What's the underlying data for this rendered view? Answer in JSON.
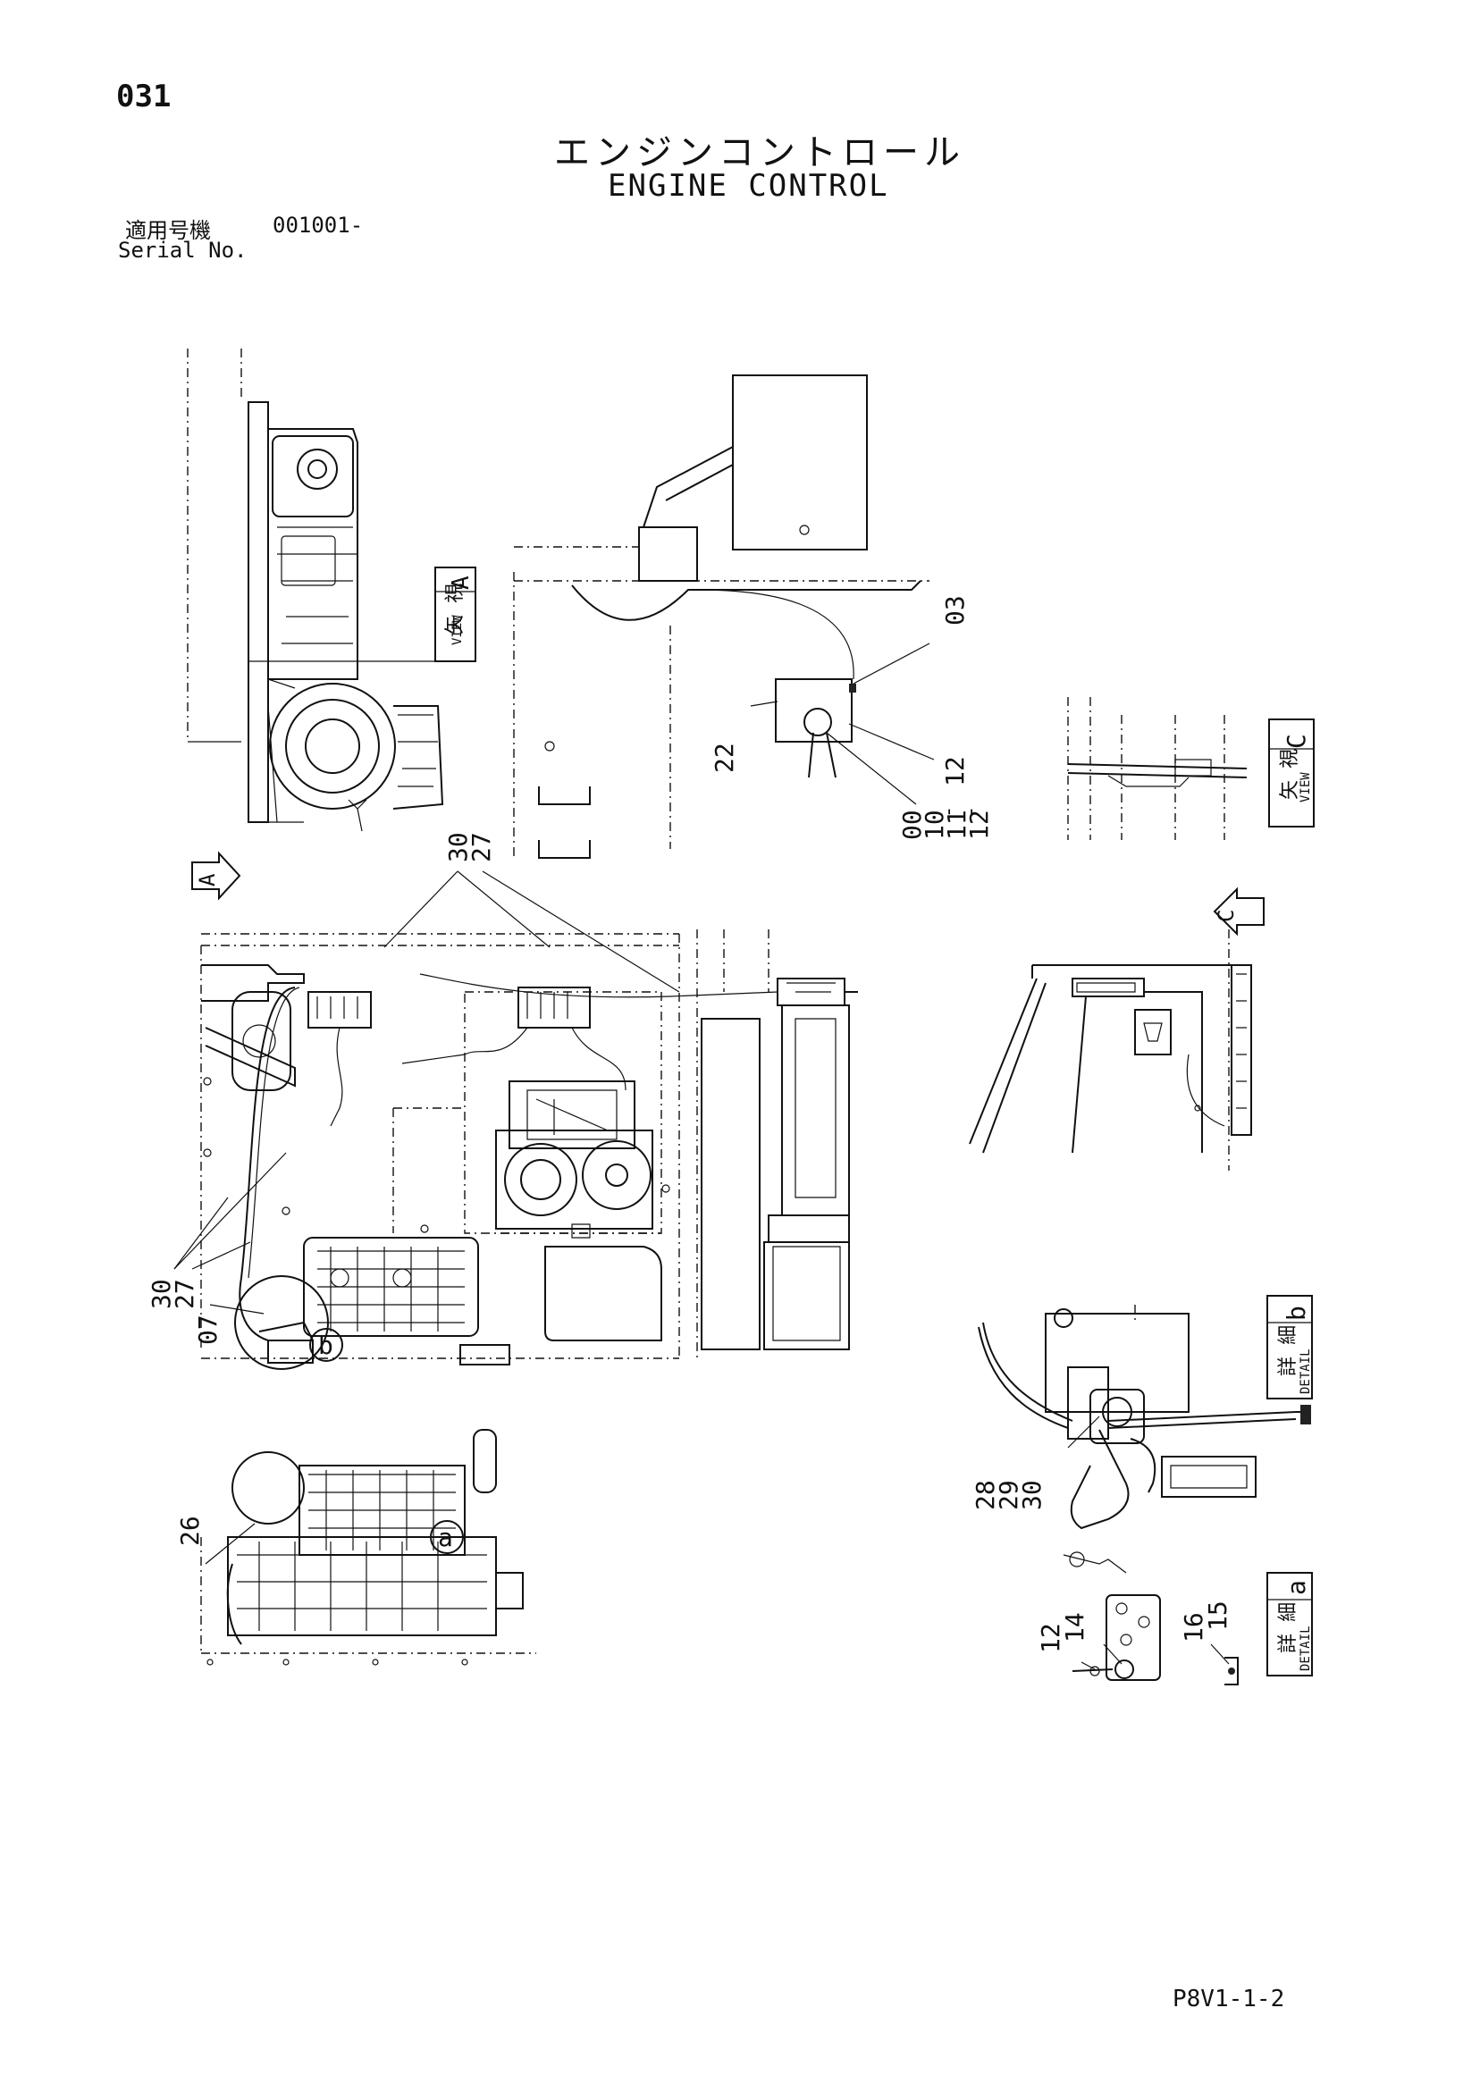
{
  "header": {
    "page_number": "031",
    "title_jp": "エンジンコントロール",
    "title_en": "ENGINE CONTROL",
    "serial_label_jp": "適用号機",
    "serial_value": "001001-",
    "serial_label_en": "Serial No."
  },
  "views": {
    "view_a": {
      "jp": "矢 視",
      "en": "VIEW",
      "letter": "A"
    },
    "view_c": {
      "jp": "矢 視",
      "en": "VIEW",
      "letter": "C"
    },
    "detail_b": {
      "jp": "詳 細",
      "en": "DETAIL",
      "letter": "b"
    },
    "detail_a": {
      "jp": "詳 細",
      "en": "DETAIL",
      "letter": "a"
    },
    "arrow_a": "A",
    "arrow_c": "C",
    "circle_b": "b",
    "circle_a": "a"
  },
  "callouts": {
    "c03": "03",
    "c22": "22",
    "c12a": "12",
    "c00": "00",
    "c10": "10",
    "c11": "11",
    "c12b": "12",
    "dash1": "-",
    "dash2": "-",
    "c30a": "30",
    "c27a": "27",
    "c30b": "30",
    "c27b": "27",
    "c07": "07",
    "c26": "26",
    "c28": "28",
    "c29": "29",
    "c30c": "30",
    "c12c": "12",
    "c14": "14",
    "c16": "16",
    "c15": "15"
  },
  "footer": {
    "doc_code": "P8V1-1-2"
  }
}
